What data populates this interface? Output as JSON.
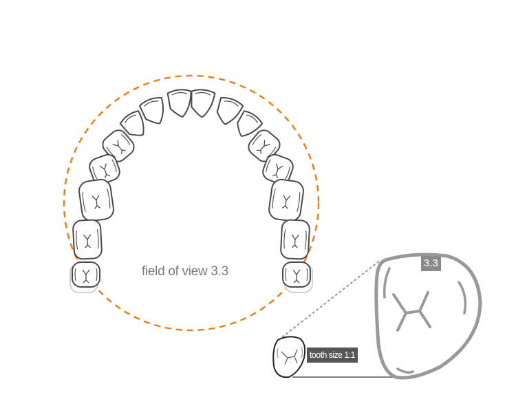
{
  "diagram": {
    "field_of_view_label": "field of view 3.3",
    "tooth_size_label": "tooth size 1:1",
    "zoom_factor_label": "3.3",
    "colors": {
      "field_of_view_circle": "#f07c12",
      "tooth_outline": "#4a4a4a",
      "faded_tooth": "#d0d0d0",
      "magnified_tooth": "#999999",
      "label_dark": "#555555",
      "label_grey": "#8a8a8a"
    }
  }
}
